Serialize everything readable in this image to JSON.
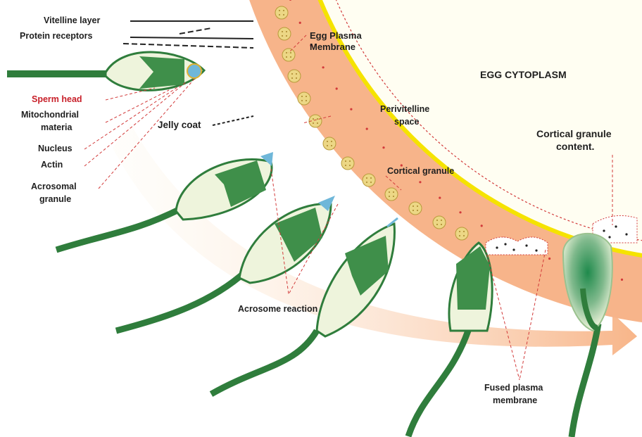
{
  "labels": {
    "vitelline": "Vitelline layer",
    "receptors": "Protein receptors",
    "egg_membrane_1": "Egg Plasma",
    "egg_membrane_2": "Membrane",
    "cytoplasm": "EGG CYTOPLASM",
    "sperm_head": "Sperm head",
    "mito_1": "Mitochondrial",
    "mito_2": "materia",
    "nucleus": "Nucleus",
    "actin": "Actin",
    "acro_1": "Acrosomal",
    "acro_2": "granule",
    "jelly": "Jelly coat",
    "perivitelline_1": "Perivitelline",
    "perivitelline_2": "space",
    "cortical_granule": "Cortical granule",
    "cgc_1": "Cortical granule",
    "cgc_2": "content.",
    "acrosome_reaction": "Acrosome reaction",
    "fused_1": "Fused plasma",
    "fused_2": "membrane"
  },
  "colors": {
    "jelly_coat": "#f7b48a",
    "vitelline_yellow": "#f5e300",
    "sperm_green": "#2f7d3c",
    "nucleus_green": "#3f8f4a",
    "head_fill": "#eef4dc",
    "acrosome_blue": "#6fb7d9",
    "pointer_red": "#d23a3a",
    "cortical_granule": "#ecd785"
  }
}
